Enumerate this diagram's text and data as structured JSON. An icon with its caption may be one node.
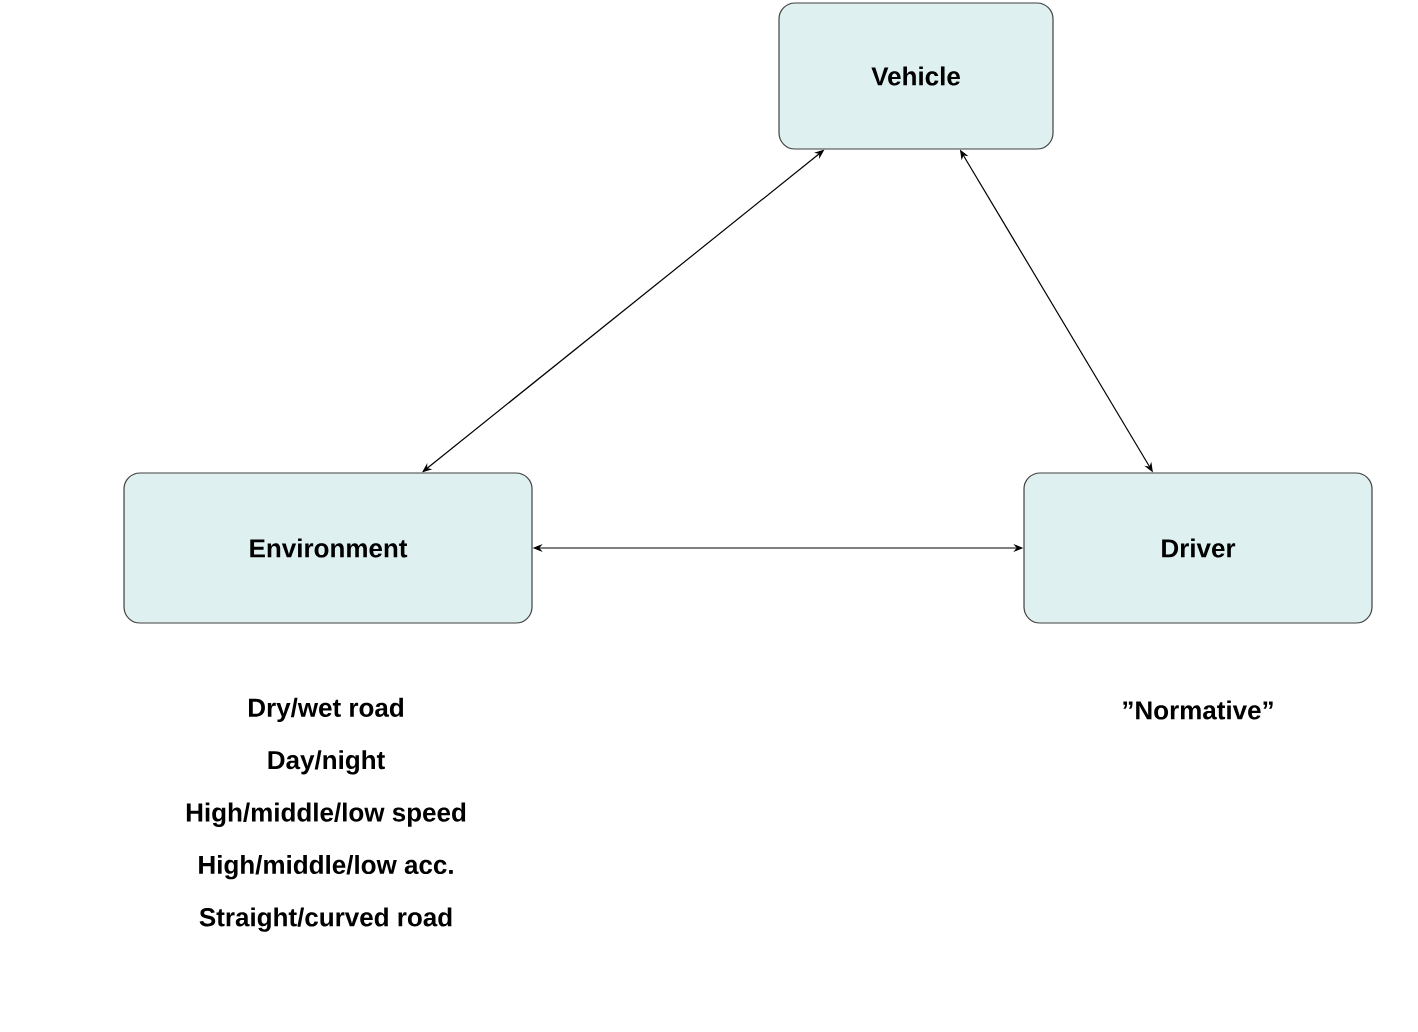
{
  "diagram": {
    "nodes": [
      {
        "text": [
          "Vehicle"
        ]
      },
      {
        "text": [
          "Environment"
        ],
        "beside": [
          "Dry/wet road",
          "Day/night",
          "High/middle/low speed",
          "High/middle/low acc.",
          "Straight/curved road"
        ]
      },
      {
        "text": [
          "Driver"
        ],
        "beside": [
          "”Normative”"
        ]
      }
    ],
    "edges": [
      {
        "from": 0,
        "to": 1,
        "arrow": "both"
      },
      {
        "from": 0,
        "to": 2,
        "arrow": "both"
      },
      {
        "from": 1,
        "to": 2,
        "arrow": "both"
      }
    ]
  }
}
